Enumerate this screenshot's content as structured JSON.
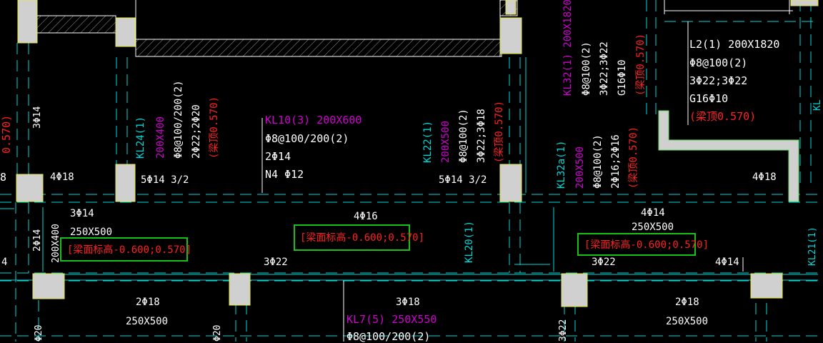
{
  "colors": {
    "background": "#000000",
    "beam_line": "#00d8d8",
    "column_fill": "#d0d0d0",
    "column_outline": "#e8e840",
    "wall_outline": "#ffffff",
    "beam_name_magenta": "#d000d0",
    "beam_name_cyan": "#00d8d8",
    "elevation_red": "#ff2020",
    "highlight_box": "#18c018"
  },
  "labels": {
    "left_edge_elev": "0.570)",
    "left_3phi14_vert": "3Φ14",
    "left_8": "8",
    "left_4phi18": "4Φ18",
    "left_4": "4",
    "left_3phi14": "3Φ14",
    "left_250x500": "250X500",
    "left_200x400": "200X400",
    "left_2phi14": "2Φ14",
    "left_phi20": "Φ20",
    "kl24_name": "KL24(1)",
    "kl24_size": "200X400",
    "kl24_stirrup": "Φ8@100/200(2)",
    "kl24_bars": "2Φ22;2Φ20",
    "kl24_elev": "(梁顶0.570)",
    "mid_5phi14": "5Φ14  3/2",
    "kl10_name": "KL10(3)  200X600",
    "kl10_stirrup": "Φ8@100/200(2)",
    "kl10_top": "2Φ14",
    "kl10_side": "N4 Φ12",
    "kl22_name": "KL22(1)",
    "kl22_size": "200X500",
    "kl22_stirrup": "Φ8@100(2)",
    "kl22_bars": "3Φ22;3Φ18",
    "kl22_elev": "(梁顶0.570)",
    "right_5phi14": "5Φ14  3/2",
    "mid_4phi16": "4Φ16",
    "kl20_name": "KL20(1)",
    "bottom_2phi18_a": "2Φ18",
    "bottom_250x500_a": "250X500",
    "bottom_3phi22_a": "3Φ22",
    "bottom_phi20": "Φ20",
    "bottom_3phi18": "3Φ18",
    "kl7_name": "KL7(5)  250X550",
    "kl7_stirrup": "Φ8@100/200(2)",
    "kl32_name": "KL32(1)  200X1820",
    "kl32_stirrup": "Φ8@100(2)",
    "kl32_bars": "3Φ22;3Φ22",
    "kl32_side": "G16Φ10",
    "kl32_elev": "(梁顶0.570)",
    "kl32a_name": "KL32a(1)",
    "kl32a_size": "200X500",
    "kl32a_stirrup": "Φ8@100(2)",
    "kl32a_bars": "2Φ16;2Φ16",
    "kl32a_elev": "(梁顶0.570)",
    "right_4phi14": "4Φ14",
    "right_250x500": "250X500",
    "right_3phi22": "3Φ22",
    "right_4phi14_b": "4Φ14",
    "right_2phi18": "2Φ18",
    "right_250x500_b": "250X500",
    "right_3phi22_vert": "3Φ22",
    "l2_name": "L2(1)  200X1820",
    "l2_stirrup": "Φ8@100(2)",
    "l2_bars": "3Φ22;3Φ22",
    "l2_side": "G16Φ10",
    "l2_elev": "(梁顶0.570)",
    "right_4phi18": "4Φ18",
    "edge_kl": "KL",
    "edge_kl2": "KL21(1)"
  },
  "highlights": [
    {
      "text": "[梁面标高-0.600;0.570]"
    },
    {
      "text": "[梁面标高-0.600;0.570]"
    },
    {
      "text": "[梁面标高-0.600;0.570]"
    }
  ]
}
